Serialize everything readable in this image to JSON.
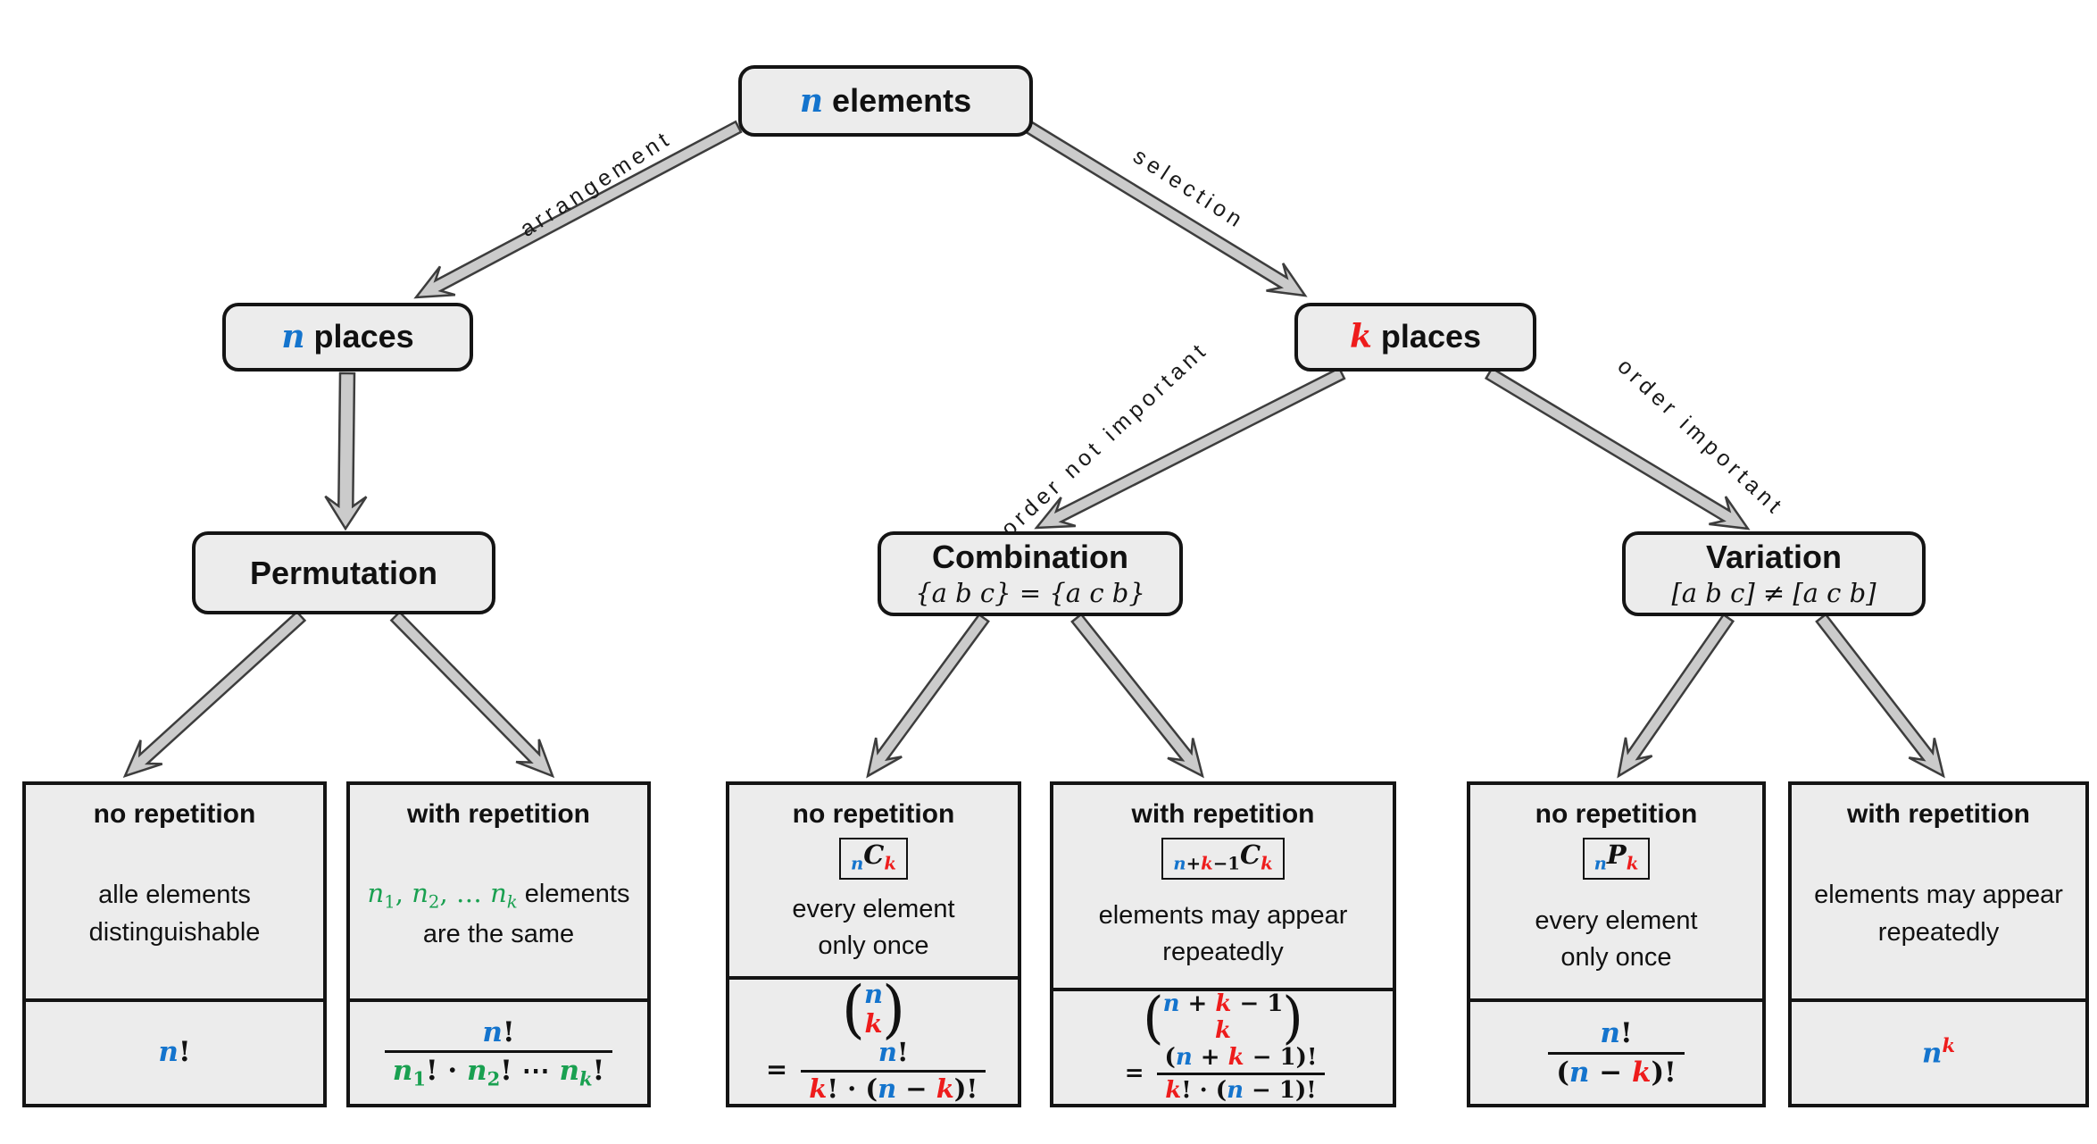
{
  "colors": {
    "blue": "#1474cd",
    "red": "#ee1c1c",
    "green": "#19a050",
    "box_fill": "#ececec",
    "box_border": "#141414",
    "arrow_fill": "#cbcbcb",
    "arrow_stroke": "#3d3d3d",
    "label_text": "#1a1a1a",
    "background": "#ffffff"
  },
  "nodes": {
    "root": {
      "tokens": [
        {
          "t": "n",
          "c": "blue",
          "it": true
        },
        {
          "t": " elements",
          "plain": true
        }
      ]
    },
    "n_places": {
      "tokens": [
        {
          "t": "n",
          "c": "blue",
          "it": true
        },
        {
          "t": " places",
          "plain": true
        }
      ]
    },
    "k_places": {
      "tokens": [
        {
          "t": "k",
          "c": "red",
          "it": true
        },
        {
          "t": " places",
          "plain": true
        }
      ]
    },
    "permutation": {
      "title": "Permutation"
    },
    "combination": {
      "title": "Combination",
      "subtitle": "{a b c} = {a c b}"
    },
    "variation": {
      "title": "Variation",
      "subtitle": "[a b c] ≠ [a c b]"
    }
  },
  "edge_labels": {
    "arrangement": "arrangement",
    "selection": "selection",
    "order_not_important": "order not important",
    "order_important": "order important"
  },
  "leaves": [
    {
      "title": "no repetition",
      "body_lines": [
        "alle elements",
        "distinguishable"
      ],
      "formula": [
        {
          "t": "n",
          "c": "blue",
          "it": true
        },
        {
          "t": "!"
        }
      ]
    },
    {
      "title": "with repetition",
      "body_lines": [
        [
          {
            "t": "n",
            "c": "green",
            "it": true
          },
          {
            "t": "1",
            "c": "green",
            "sub": true
          },
          {
            "t": ", ",
            "c": "green"
          },
          {
            "t": "n",
            "c": "green",
            "it": true
          },
          {
            "t": "2",
            "c": "green",
            "sub": true
          },
          {
            "t": ", … ",
            "c": "green"
          },
          {
            "t": "n",
            "c": "green",
            "it": true
          },
          {
            "t": "k",
            "c": "green",
            "sub": true,
            "it": true
          },
          {
            "t": " elements",
            "plain": true
          }
        ],
        "are the same"
      ],
      "formula": [
        {
          "frac": {
            "num": [
              {
                "t": "n",
                "c": "blue",
                "it": true
              },
              {
                "t": "!"
              }
            ],
            "den": [
              {
                "t": "n",
                "c": "green",
                "it": true
              },
              {
                "t": "1",
                "c": "green",
                "sub": true
              },
              {
                "t": "! · "
              },
              {
                "t": "n",
                "c": "green",
                "it": true
              },
              {
                "t": "2",
                "c": "green",
                "sub": true
              },
              {
                "t": "! ⋯ "
              },
              {
                "t": "n",
                "c": "green",
                "it": true
              },
              {
                "t": "k",
                "c": "green",
                "sub": true,
                "it": true
              },
              {
                "t": "!"
              }
            ]
          }
        }
      ]
    },
    {
      "title": "no repetition",
      "badge": [
        {
          "t": "n",
          "c": "blue",
          "sub": true,
          "it": true
        },
        {
          "t": "C",
          "it": true
        },
        {
          "t": "k",
          "c": "red",
          "sub": true,
          "it": true
        }
      ],
      "body_lines": [
        "every element",
        "only once"
      ],
      "formula": [
        {
          "binom": {
            "top": [
              {
                "t": "n",
                "c": "blue",
                "it": true
              }
            ],
            "bot": [
              {
                "t": "k",
                "c": "red",
                "it": true
              }
            ]
          }
        },
        {
          "t": " = "
        },
        {
          "frac": {
            "num": [
              {
                "t": "n",
                "c": "blue",
                "it": true
              },
              {
                "t": "!"
              }
            ],
            "den": [
              {
                "t": "k",
                "c": "red",
                "it": true
              },
              {
                "t": "! · ("
              },
              {
                "t": "n",
                "c": "blue",
                "it": true
              },
              {
                "t": " − "
              },
              {
                "t": "k",
                "c": "red",
                "it": true
              },
              {
                "t": ")!"
              }
            ]
          }
        }
      ]
    },
    {
      "title": "with repetition",
      "badge": [
        {
          "t": "n",
          "c": "blue",
          "sub": true,
          "it": true
        },
        {
          "t": "+",
          "sub": true
        },
        {
          "t": "k",
          "c": "red",
          "sub": true,
          "it": true
        },
        {
          "t": "−1",
          "sub": true
        },
        {
          "t": "C",
          "it": true
        },
        {
          "t": "k",
          "c": "red",
          "sub": true,
          "it": true
        }
      ],
      "body_lines": [
        "elements may appear",
        "repeatedly"
      ],
      "formula": [
        {
          "binom": {
            "top": [
              {
                "t": "n",
                "c": "blue",
                "it": true
              },
              {
                "t": " + "
              },
              {
                "t": "k",
                "c": "red",
                "it": true
              },
              {
                "t": " − 1"
              }
            ],
            "bot": [
              {
                "t": "k",
                "c": "red",
                "it": true
              }
            ]
          }
        },
        {
          "t": " = "
        },
        {
          "frac": {
            "num": [
              {
                "t": "("
              },
              {
                "t": "n",
                "c": "blue",
                "it": true
              },
              {
                "t": " + "
              },
              {
                "t": "k",
                "c": "red",
                "it": true
              },
              {
                "t": " − 1)!"
              }
            ],
            "den": [
              {
                "t": "k",
                "c": "red",
                "it": true
              },
              {
                "t": "! · ("
              },
              {
                "t": "n",
                "c": "blue",
                "it": true
              },
              {
                "t": " − 1)!"
              }
            ]
          }
        }
      ]
    },
    {
      "title": "no repetition",
      "badge": [
        {
          "t": "n",
          "c": "blue",
          "sub": true,
          "it": true
        },
        {
          "t": "P",
          "it": true
        },
        {
          "t": "k",
          "c": "red",
          "sub": true,
          "it": true
        }
      ],
      "body_lines": [
        "every element",
        "only once"
      ],
      "formula": [
        {
          "frac": {
            "num": [
              {
                "t": "n",
                "c": "blue",
                "it": true
              },
              {
                "t": "!"
              }
            ],
            "den": [
              {
                "t": "("
              },
              {
                "t": "n",
                "c": "blue",
                "it": true
              },
              {
                "t": " − "
              },
              {
                "t": "k",
                "c": "red",
                "it": true
              },
              {
                "t": ")!"
              }
            ]
          }
        }
      ]
    },
    {
      "title": "with repetition",
      "body_lines": [
        "elements may appear",
        "repeatedly"
      ],
      "formula": [
        {
          "t": "n",
          "c": "blue",
          "it": true
        },
        {
          "t": "k",
          "c": "red",
          "sup": true,
          "it": true
        }
      ]
    }
  ]
}
